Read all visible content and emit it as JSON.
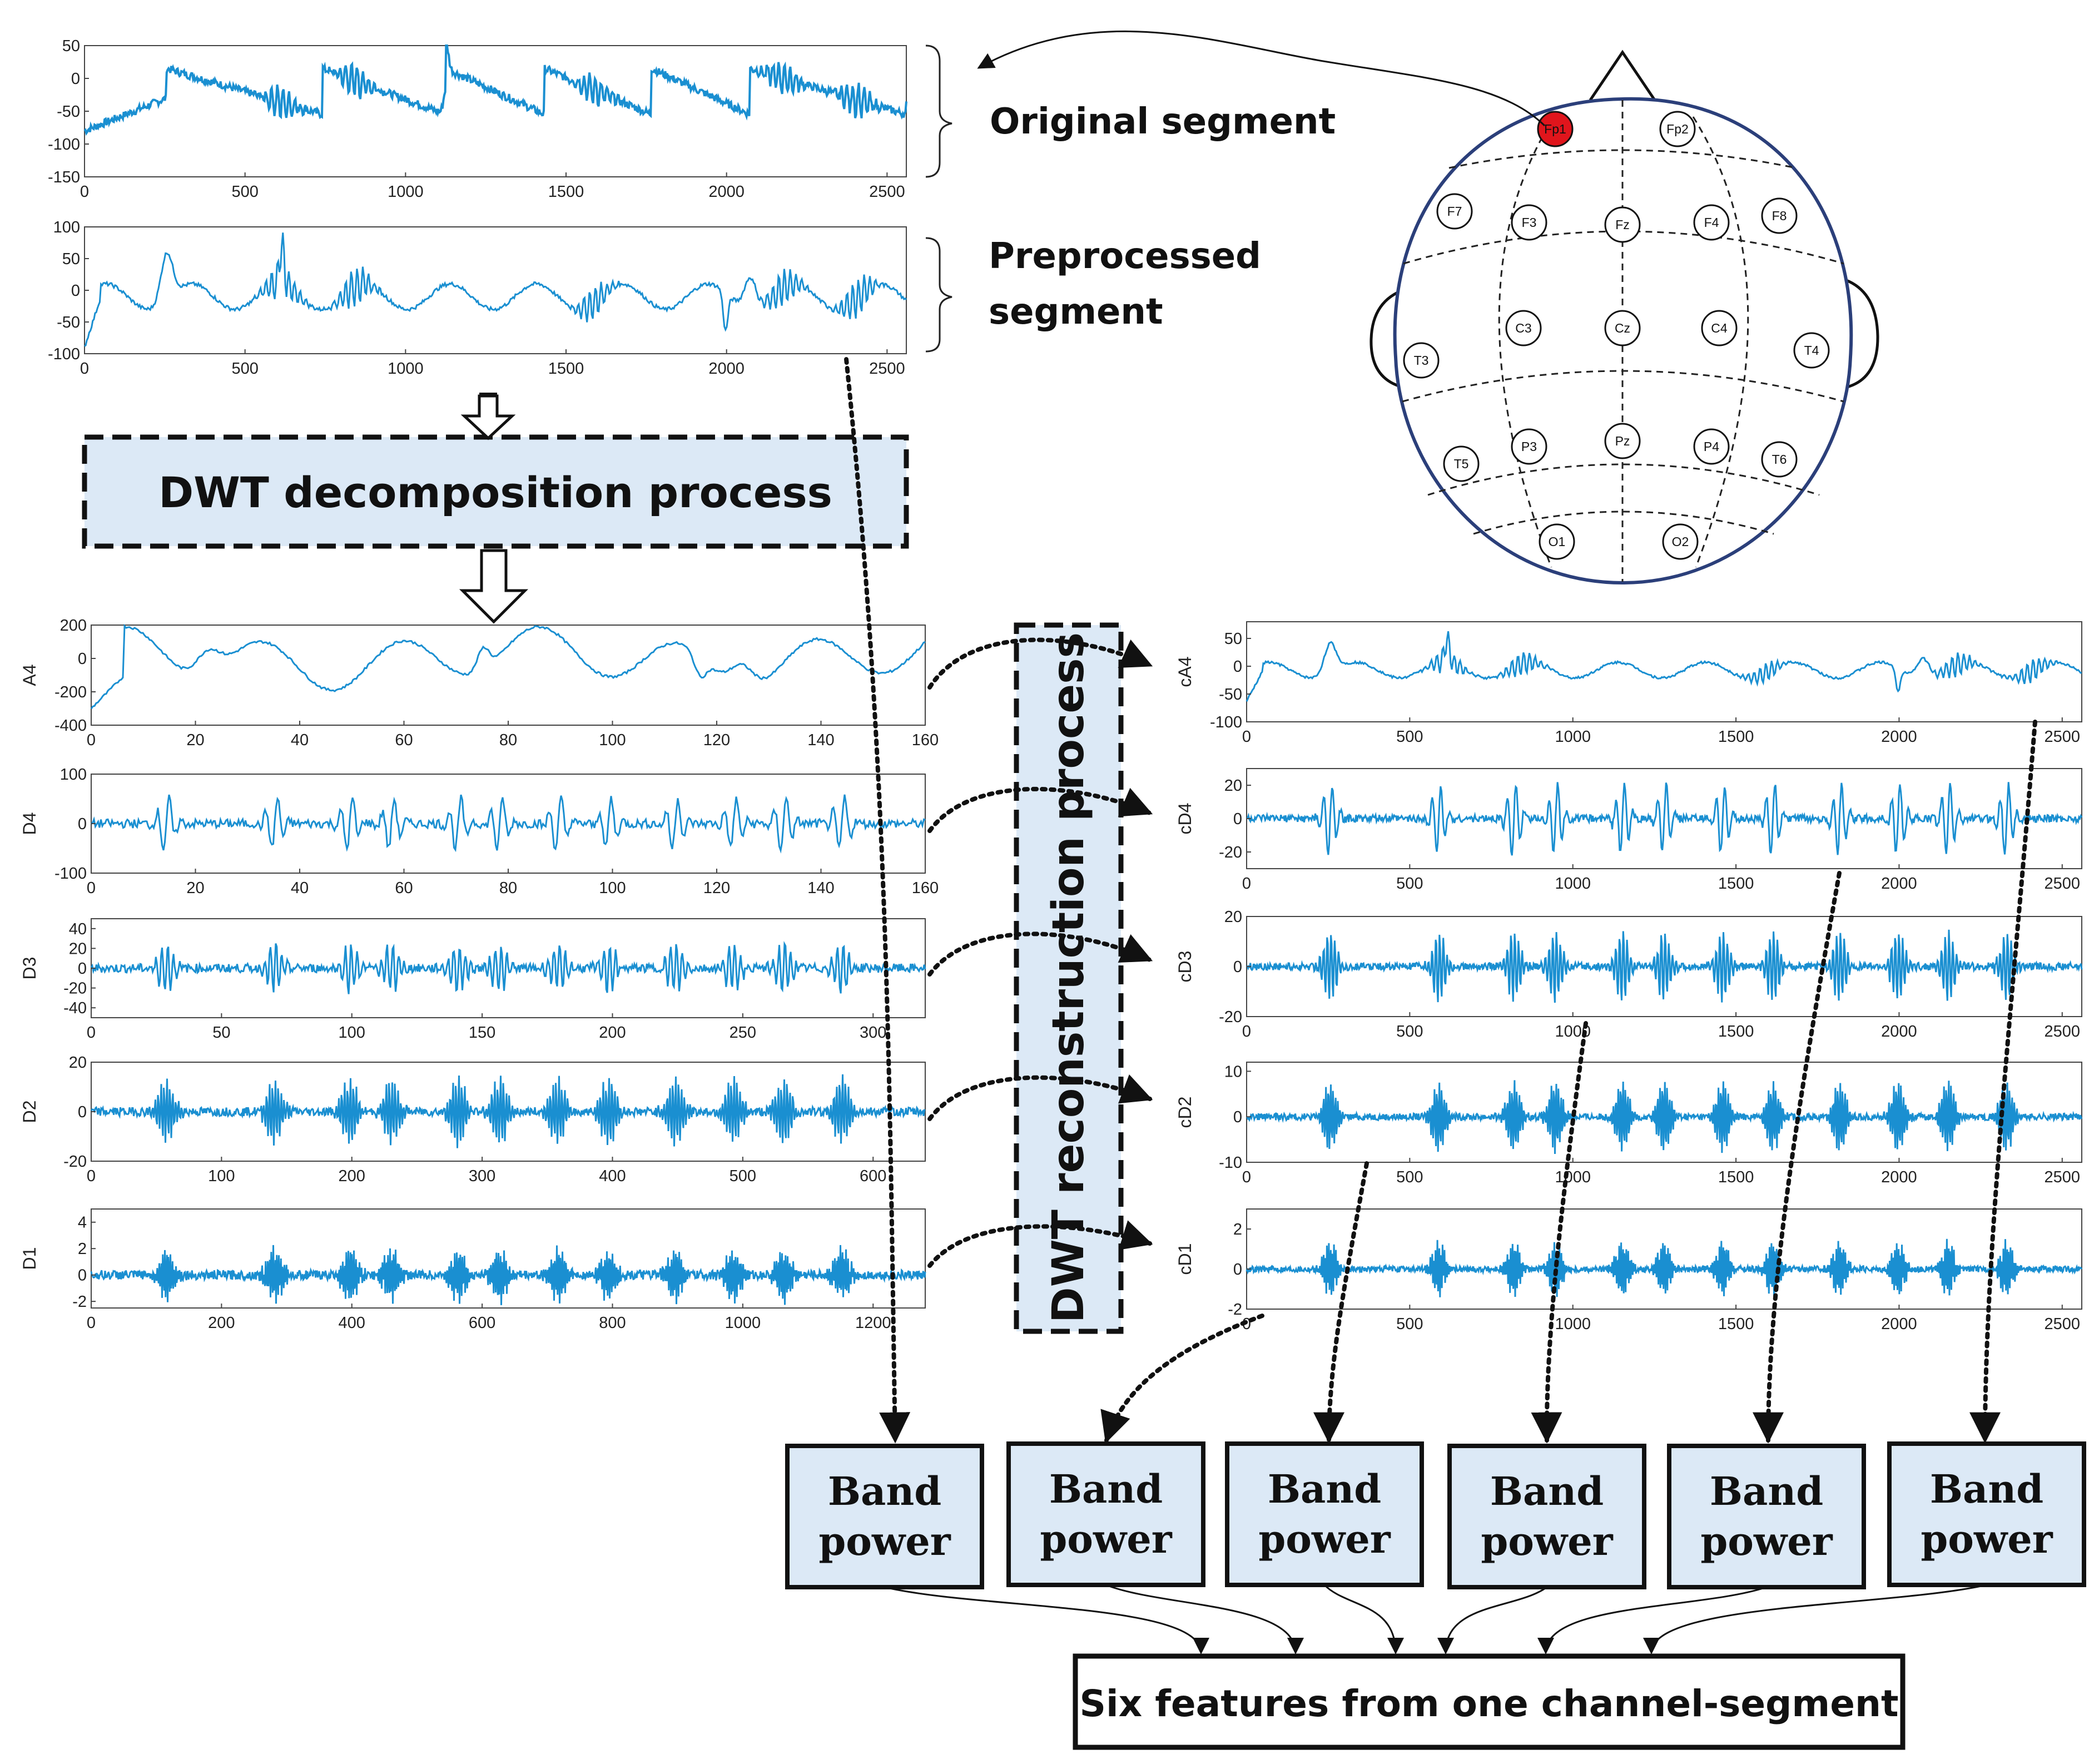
{
  "labels": {
    "original": "Original segment",
    "preprocessed_line1": "Preprocessed",
    "preprocessed_line2": "segment",
    "decomposition": "DWT decomposition process",
    "reconstruction": "DWT reconstruction process",
    "band_line1": "Band",
    "band_line2": "power",
    "final": "Six features from one channel-segment"
  },
  "band_boxes": [
    {
      "line1": "Band",
      "line2": "power"
    },
    {
      "line1": "Band",
      "line2": "power"
    },
    {
      "line1": "Band",
      "line2": "power"
    },
    {
      "line1": "Band",
      "line2": "power"
    },
    {
      "line1": "Band",
      "line2": "power"
    },
    {
      "line1": "Band",
      "line2": "power"
    }
  ],
  "electrodes": [
    "Fp1",
    "Fp2",
    "F7",
    "F3",
    "Fz",
    "F4",
    "F8",
    "T3",
    "C3",
    "Cz",
    "C4",
    "T4",
    "T5",
    "P3",
    "Pz",
    "P4",
    "T6",
    "O1",
    "O2"
  ],
  "highlighted_electrode": "Fp1",
  "colors": {
    "signal": "#1a8fd1",
    "box_fill": "#dce9f6",
    "highlight": "#e0151c",
    "head_outline": "#2b3f7a"
  },
  "chart_data": [
    {
      "type": "line",
      "id": "orig",
      "ylabel": "",
      "xlim": [
        0,
        2560
      ],
      "ylim": [
        -150,
        50
      ],
      "xticks": [
        0,
        500,
        1000,
        1500,
        2000,
        2500
      ],
      "yticks": [
        50,
        0,
        -50,
        -100,
        -150
      ]
    },
    {
      "type": "line",
      "id": "pre",
      "ylabel": "",
      "xlim": [
        0,
        2560
      ],
      "ylim": [
        -100,
        100
      ],
      "xticks": [
        0,
        500,
        1000,
        1500,
        2000,
        2500
      ],
      "yticks": [
        100,
        50,
        0,
        -50,
        -100
      ]
    },
    {
      "type": "line",
      "id": "A4",
      "ylabel": "A4",
      "xlim": [
        0,
        160
      ],
      "ylim": [
        -400,
        200
      ],
      "xticks": [
        0,
        20,
        40,
        60,
        80,
        100,
        120,
        140,
        160
      ],
      "yticks": [
        200,
        0,
        -200,
        -400
      ]
    },
    {
      "type": "line",
      "id": "D4",
      "ylabel": "D4",
      "xlim": [
        0,
        160
      ],
      "ylim": [
        -100,
        100
      ],
      "xticks": [
        0,
        20,
        40,
        60,
        80,
        100,
        120,
        140,
        160
      ],
      "yticks": [
        100,
        0,
        -100
      ]
    },
    {
      "type": "line",
      "id": "D3",
      "ylabel": "D3",
      "xlim": [
        0,
        320
      ],
      "ylim": [
        -50,
        50
      ],
      "xticks": [
        0,
        50,
        100,
        150,
        200,
        250,
        300
      ],
      "yticks": [
        40,
        20,
        0,
        -20,
        -40
      ]
    },
    {
      "type": "line",
      "id": "D2",
      "ylabel": "D2",
      "xlim": [
        0,
        640
      ],
      "ylim": [
        -20,
        20
      ],
      "xticks": [
        0,
        100,
        200,
        300,
        400,
        500,
        600
      ],
      "yticks": [
        20,
        0,
        -20
      ]
    },
    {
      "type": "line",
      "id": "D1",
      "ylabel": "D1",
      "xlim": [
        0,
        1280
      ],
      "ylim": [
        -2.5,
        5
      ],
      "xticks": [
        0,
        200,
        400,
        600,
        800,
        1000,
        1200
      ],
      "yticks": [
        4,
        2,
        0,
        -2
      ]
    },
    {
      "type": "line",
      "id": "cA4",
      "ylabel": "cA4",
      "xlim": [
        0,
        2560
      ],
      "ylim": [
        -100,
        80
      ],
      "xticks": [
        0,
        500,
        1000,
        1500,
        2000,
        2500
      ],
      "yticks": [
        50,
        0,
        -50,
        -100
      ]
    },
    {
      "type": "line",
      "id": "cD4",
      "ylabel": "cD4",
      "xlim": [
        0,
        2560
      ],
      "ylim": [
        -30,
        30
      ],
      "xticks": [
        0,
        500,
        1000,
        1500,
        2000,
        2500
      ],
      "yticks": [
        20,
        0,
        -20
      ]
    },
    {
      "type": "line",
      "id": "cD3",
      "ylabel": "cD3",
      "xlim": [
        0,
        2560
      ],
      "ylim": [
        -20,
        20
      ],
      "xticks": [
        0,
        500,
        1000,
        1500,
        2000,
        2500
      ],
      "yticks": [
        20,
        0,
        -20
      ]
    },
    {
      "type": "line",
      "id": "cD2",
      "ylabel": "cD2",
      "xlim": [
        0,
        2560
      ],
      "ylim": [
        -10,
        12
      ],
      "xticks": [
        0,
        500,
        1000,
        1500,
        2000,
        2500
      ],
      "yticks": [
        10,
        0,
        -10
      ]
    },
    {
      "type": "line",
      "id": "cD1",
      "ylabel": "cD1",
      "xlim": [
        0,
        2560
      ],
      "ylim": [
        -2,
        3
      ],
      "xticks": [
        0,
        500,
        1000,
        1500,
        2000,
        2500
      ],
      "yticks": [
        2,
        0,
        -2
      ]
    }
  ]
}
